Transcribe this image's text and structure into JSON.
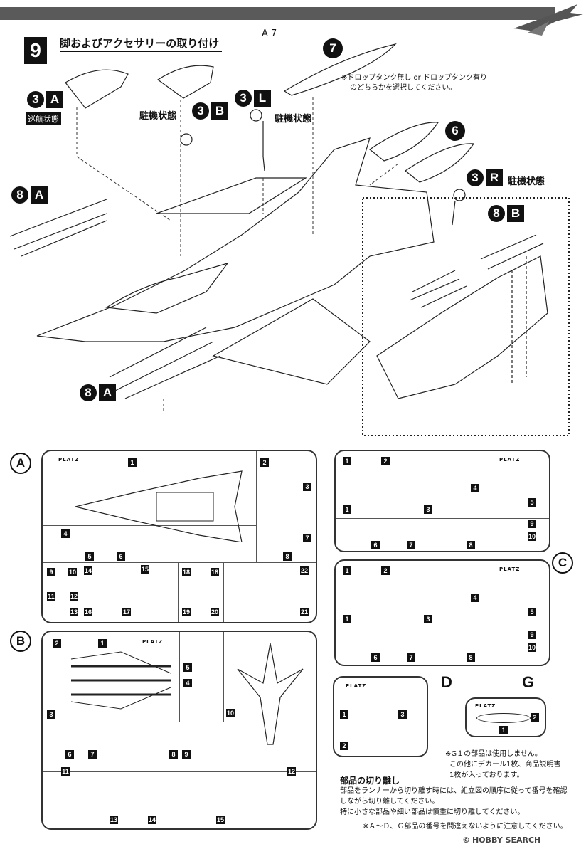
{
  "step": {
    "number": "9",
    "title": "脚およびアクセサリーの取り付け",
    "part_ref_a7": "A 7",
    "note_line1": "※ドロップタンク無し or ドロップタンク有り",
    "note_line2": "のどちらかを選択してください。"
  },
  "callouts": [
    {
      "num": "3",
      "letter": "A",
      "state": "巡航状態"
    },
    {
      "num": "3",
      "letter": "B",
      "state": "駐機状態"
    },
    {
      "num": "3",
      "letter": "L",
      "state": "駐機状態"
    },
    {
      "num": "3",
      "letter": "R",
      "state": "駐機状態"
    },
    {
      "num": "7",
      "letter": "",
      "state": ""
    },
    {
      "num": "6",
      "letter": "",
      "state": ""
    },
    {
      "num": "8",
      "letter": "A",
      "state": ""
    },
    {
      "num": "8",
      "letter": "B",
      "state": ""
    },
    {
      "num": "8",
      "letter": "A",
      "state": ""
    }
  ],
  "runners": {
    "A": {
      "label": "A",
      "logo": "PLATZ",
      "parts": [
        "1",
        "2",
        "3",
        "4",
        "5",
        "6",
        "7",
        "8",
        "9",
        "10",
        "11",
        "12",
        "13",
        "14",
        "15",
        "16",
        "17",
        "18",
        "18",
        "19",
        "20",
        "21",
        "22"
      ]
    },
    "B": {
      "label": "B",
      "logo": "PLATZ",
      "parts": [
        "1",
        "2",
        "3",
        "4",
        "5",
        "6",
        "7",
        "8",
        "9",
        "10",
        "11",
        "12",
        "13",
        "14",
        "15"
      ]
    },
    "C": {
      "label": "C",
      "logo": "PLATZ",
      "parts": [
        "1",
        "1",
        "2",
        "3",
        "3",
        "4",
        "4",
        "5",
        "6",
        "7",
        "8",
        "9",
        "10"
      ]
    },
    "D": {
      "label": "D",
      "logo": "PLATZ",
      "parts": [
        "1",
        "2",
        "3"
      ]
    },
    "G": {
      "label": "G",
      "logo": "PLATZ",
      "parts": [
        "1",
        "2"
      ]
    }
  },
  "g_note": {
    "line1": "※G１の部品は使用しません。",
    "line2": "この他にデカール1枚、商品説明書",
    "line3": "1枚が入っております。"
  },
  "separation": {
    "title": "部品の切り離し",
    "line1": "部品をランナーから切り離す時には、組立図の順序に従って番号を確認",
    "line2": "しながら切り離してください。",
    "line3": "特に小さな部品や細い部品は慎重に切り離してください。",
    "line4": "※Ａ～Ｄ、Ｇ部品の番号を間違えないように注意してください。"
  },
  "watermark": "HOBBY SEARCH",
  "watermark_prefix": "©"
}
